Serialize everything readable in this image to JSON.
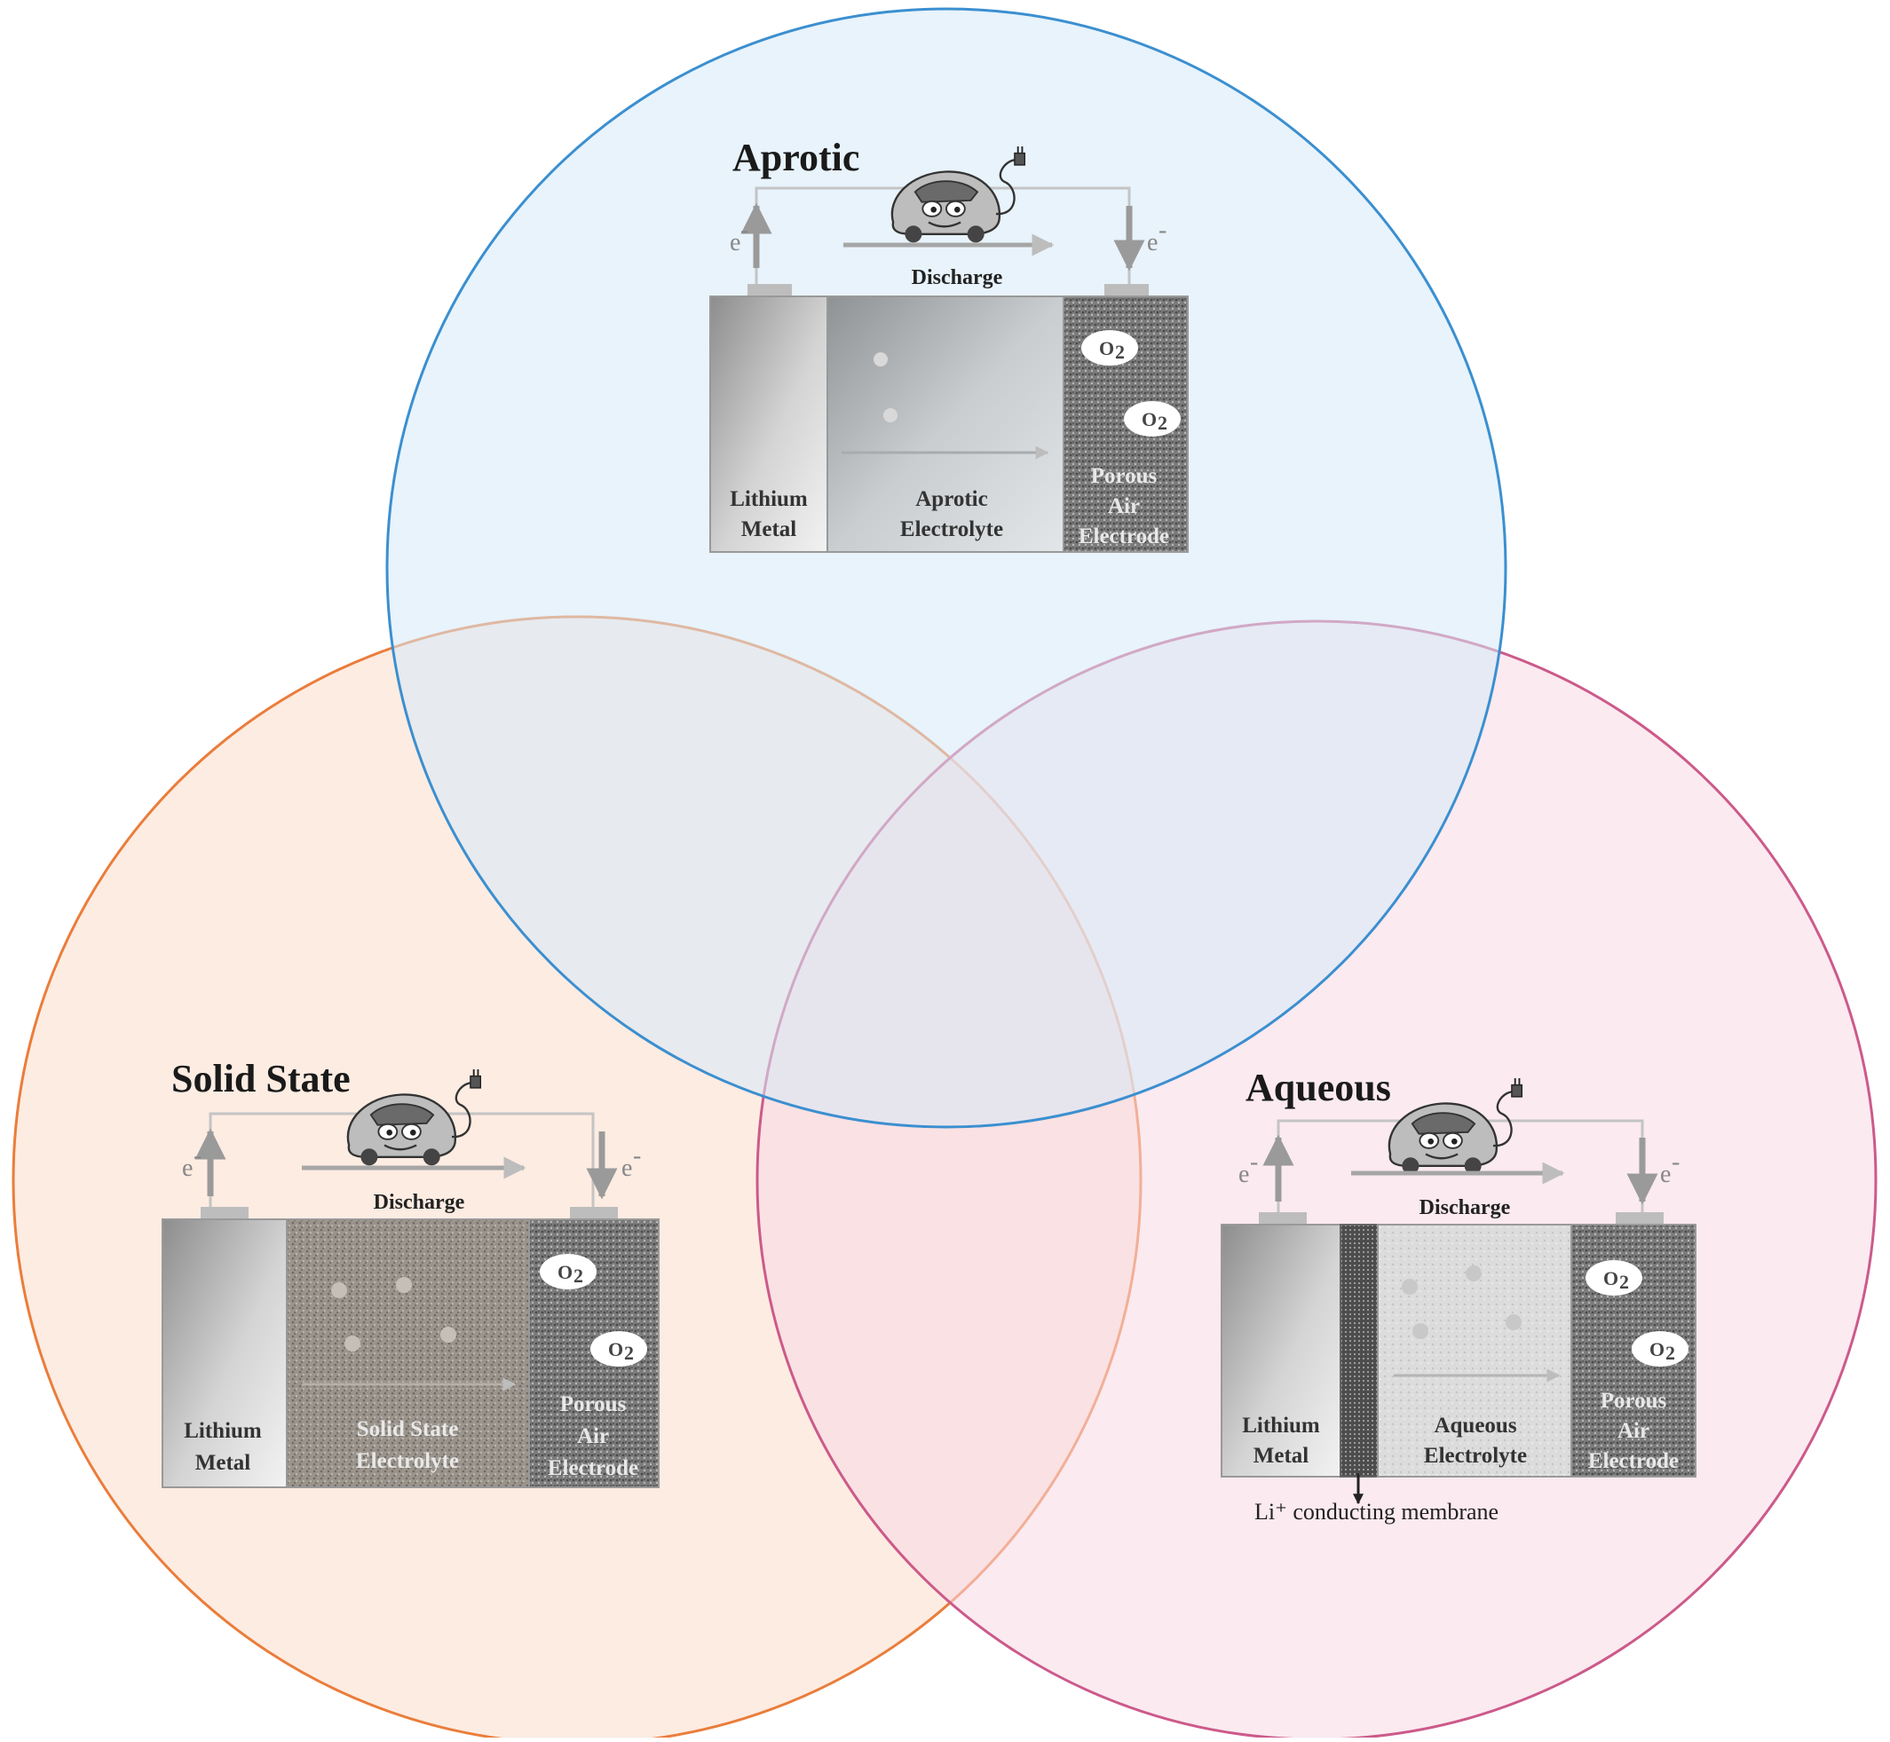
{
  "circles": [
    {
      "id": "aprotic",
      "stroke": "#3b8fd0",
      "fill": "#d6e9f8"
    },
    {
      "id": "solid",
      "stroke": "#ea7d3b",
      "fill": "#fbdccb"
    },
    {
      "id": "aqueous",
      "stroke": "#cc5a8a",
      "fill": "#f7d8e4"
    }
  ],
  "cells": {
    "aprotic": {
      "title": "Aprotic",
      "discharge": "Discharge",
      "e_left": "e",
      "e_right": "e",
      "o2_a": "O",
      "o2_b": "O",
      "anode_l1": "Lithium",
      "anode_l2": "Metal",
      "elec_l1": "Aprotic",
      "elec_l2": "Electrolyte",
      "cath_l1": "Porous",
      "cath_l2": "Air",
      "cath_l3": "Electrode"
    },
    "solid": {
      "title": "Solid State",
      "discharge": "Discharge",
      "e_left": "e",
      "e_right": "e",
      "o2_a": "O",
      "o2_b": "O",
      "anode_l1": "Lithium",
      "anode_l2": "Metal",
      "elec_l1": "Solid State",
      "elec_l2": "Electrolyte",
      "cath_l1": "Porous",
      "cath_l2": "Air",
      "cath_l3": "Electrode"
    },
    "aqueous": {
      "title": "Aqueous",
      "discharge": "Discharge",
      "e_left": "e",
      "e_right": "e",
      "o2_a": "O",
      "o2_b": "O",
      "anode_l1": "Lithium",
      "anode_l2": "Metal",
      "elec_l1": "Aqueous",
      "elec_l2": "Electrolyte",
      "cath_l1": "Porous",
      "cath_l2": "Air",
      "cath_l3": "Electrode",
      "membrane": "Li⁺ conducting membrane"
    }
  }
}
